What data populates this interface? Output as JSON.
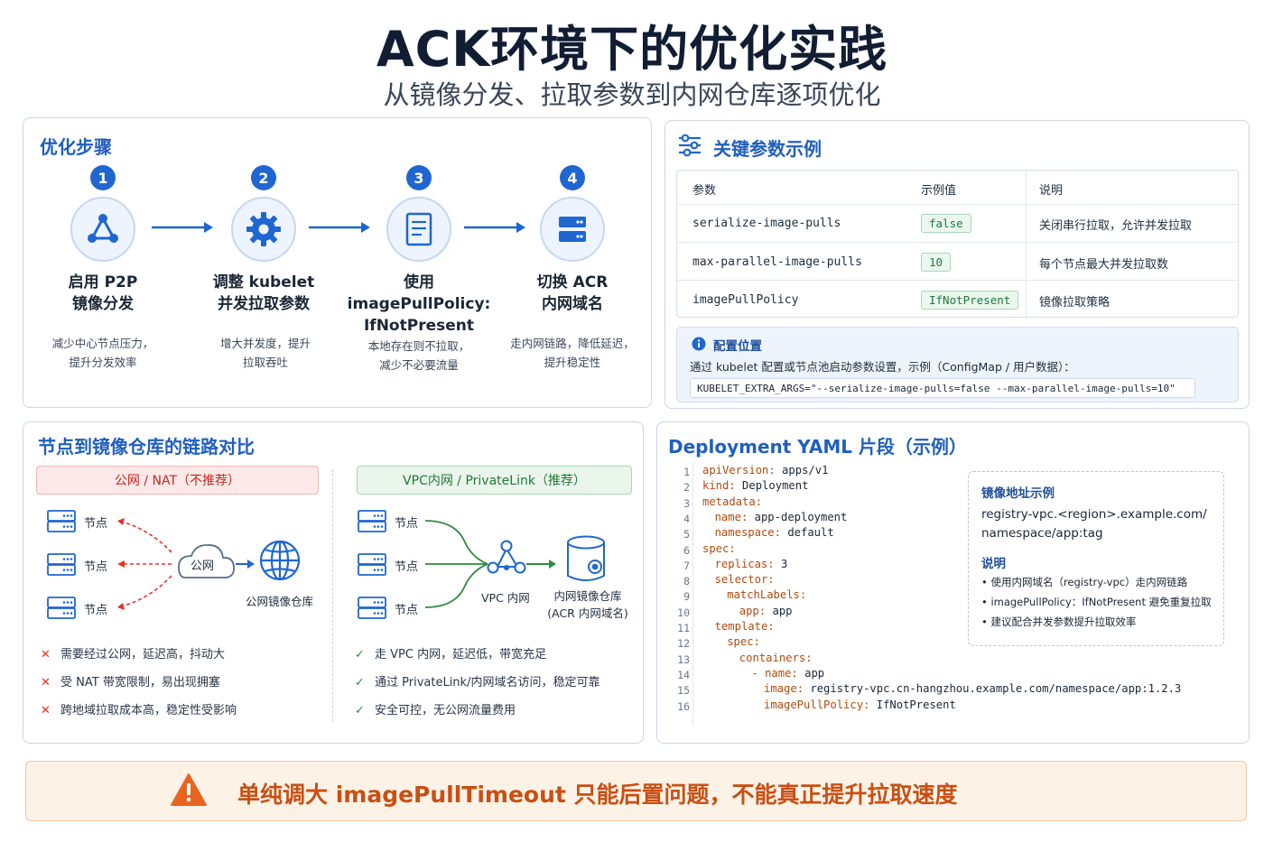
{
  "header": {
    "title": "ACK环境下的优化实践",
    "subtitle": "从镜像分发、拉取参数到内网仓库逐项优化"
  },
  "steps_panel": {
    "title": "优化步骤",
    "steps": [
      {
        "num": "1",
        "icon": "share-nodes-icon",
        "label_lines": [
          "启用 P2P",
          "镜像分发"
        ],
        "desc_lines": [
          "减少中心节点压力，",
          "提升分发效率"
        ]
      },
      {
        "num": "2",
        "icon": "gear-icon",
        "label_lines": [
          "调整 kubelet",
          "并发拉取参数"
        ],
        "desc_lines": [
          "增大并发度，提升",
          "拉取吞吐"
        ]
      },
      {
        "num": "3",
        "icon": "document-icon",
        "label_lines": [
          "使用",
          "imagePullPolicy:",
          "IfNotPresent"
        ],
        "desc_lines": [
          "本地存在则不拉取，",
          "减少不必要流量"
        ]
      },
      {
        "num": "4",
        "icon": "server-icon",
        "label_lines": [
          "切换 ACR",
          "内网域名"
        ],
        "desc_lines": [
          "走内网链路，降低延迟，",
          "提升稳定性"
        ]
      }
    ]
  },
  "params_panel": {
    "title": "关键参数示例",
    "columns": [
      "参数",
      "示例值",
      "说明"
    ],
    "rows": [
      {
        "param": "serialize-image-pulls",
        "value": "false",
        "desc": "关闭串行拉取，允许并发拉取"
      },
      {
        "param": "max-parallel-image-pulls",
        "value": "10",
        "desc": "每个节点最大并发拉取数"
      },
      {
        "param": "imagePullPolicy",
        "value": "IfNotPresent",
        "desc": "镜像拉取策略"
      }
    ],
    "config": {
      "title": "配置位置",
      "text": "通过 kubelet 配置或节点池启动参数设置，示例（ConfigMap / 用户数据）：",
      "code": "KUBELET_EXTRA_ARGS=\"--serialize-image-pulls=false --max-parallel-image-pulls=10\""
    }
  },
  "compare_panel": {
    "title": "节点到镜像仓库的链路对比",
    "public": {
      "header": "公网 / NAT（不推荐）",
      "nodes": [
        "节点",
        "节点",
        "节点"
      ],
      "cloud_label": "公网",
      "repo_label": "公网镜像仓库",
      "bullets": [
        "需要经过公网，延迟高，抖动大",
        "受 NAT 带宽限制，易出现拥塞",
        "跨地域拉取成本高，稳定性受影响"
      ],
      "mark": "✕",
      "color": "#d9342b"
    },
    "vpc": {
      "header": "VPC内网 / PrivateLink（推荐）",
      "nodes": [
        "节点",
        "节点",
        "节点"
      ],
      "hub_label": "VPC 内网",
      "repo_label_lines": [
        "内网镜像仓库",
        "(ACR 内网域名)"
      ],
      "bullets": [
        "走 VPC 内网，延迟低，带宽充足",
        "通过 PrivateLink/内网域名访问，稳定可靠",
        "安全可控，无公网流量费用"
      ],
      "mark": "✓",
      "color": "#2f8a3e"
    }
  },
  "yaml_panel": {
    "title": "Deployment YAML 片段（示例）",
    "lines": [
      {
        "n": "1",
        "indent": 0,
        "key": "apiVersion",
        "val": " apps/v1"
      },
      {
        "n": "2",
        "indent": 0,
        "key": "kind",
        "val": " Deployment"
      },
      {
        "n": "3",
        "indent": 0,
        "key": "metadata",
        "val": ""
      },
      {
        "n": "4",
        "indent": 2,
        "key": "name",
        "val": " app-deployment"
      },
      {
        "n": "5",
        "indent": 2,
        "key": "namespace",
        "val": " default"
      },
      {
        "n": "6",
        "indent": 0,
        "key": "spec",
        "val": ""
      },
      {
        "n": "7",
        "indent": 2,
        "key": "replicas",
        "val": " 3"
      },
      {
        "n": "8",
        "indent": 2,
        "key": "selector",
        "val": ""
      },
      {
        "n": "9",
        "indent": 4,
        "key": "matchLabels",
        "val": ""
      },
      {
        "n": "10",
        "indent": 6,
        "key": "app",
        "val": " app"
      },
      {
        "n": "11",
        "indent": 2,
        "key": "template",
        "val": ""
      },
      {
        "n": "12",
        "indent": 4,
        "key": "spec",
        "val": ""
      },
      {
        "n": "13",
        "indent": 6,
        "key": "containers",
        "val": ""
      },
      {
        "n": "14",
        "indent": 8,
        "key": "- name",
        "val": " app"
      },
      {
        "n": "15",
        "indent": 10,
        "key": "image",
        "val": " registry-vpc.cn-hangzhou.example.com/namespace/app:1.2.3"
      },
      {
        "n": "16",
        "indent": 10,
        "key": "imagePullPolicy",
        "val": " IfNotPresent"
      }
    ],
    "note": {
      "addr_title": "镜像地址示例",
      "addr_lines": [
        "registry-vpc.<region>.example.com/",
        "namespace/app:tag"
      ],
      "desc_title": "说明",
      "desc_items": [
        "• 使用内网域名（registry-vpc）走内网链路",
        "• imagePullPolicy：IfNotPresent 避免重复拉取",
        "• 建议配合并发参数提升拉取效率"
      ]
    }
  },
  "warning": {
    "icon": "warning-icon",
    "text": "单纯调大 imagePullTimeout 只能后置问题，不能真正提升拉取速度"
  },
  "colors": {
    "accent": "#1f66d1",
    "title": "#1f5fbf",
    "bad": "#d9342b",
    "good": "#2f8a3e",
    "warn": "#e0621f"
  }
}
